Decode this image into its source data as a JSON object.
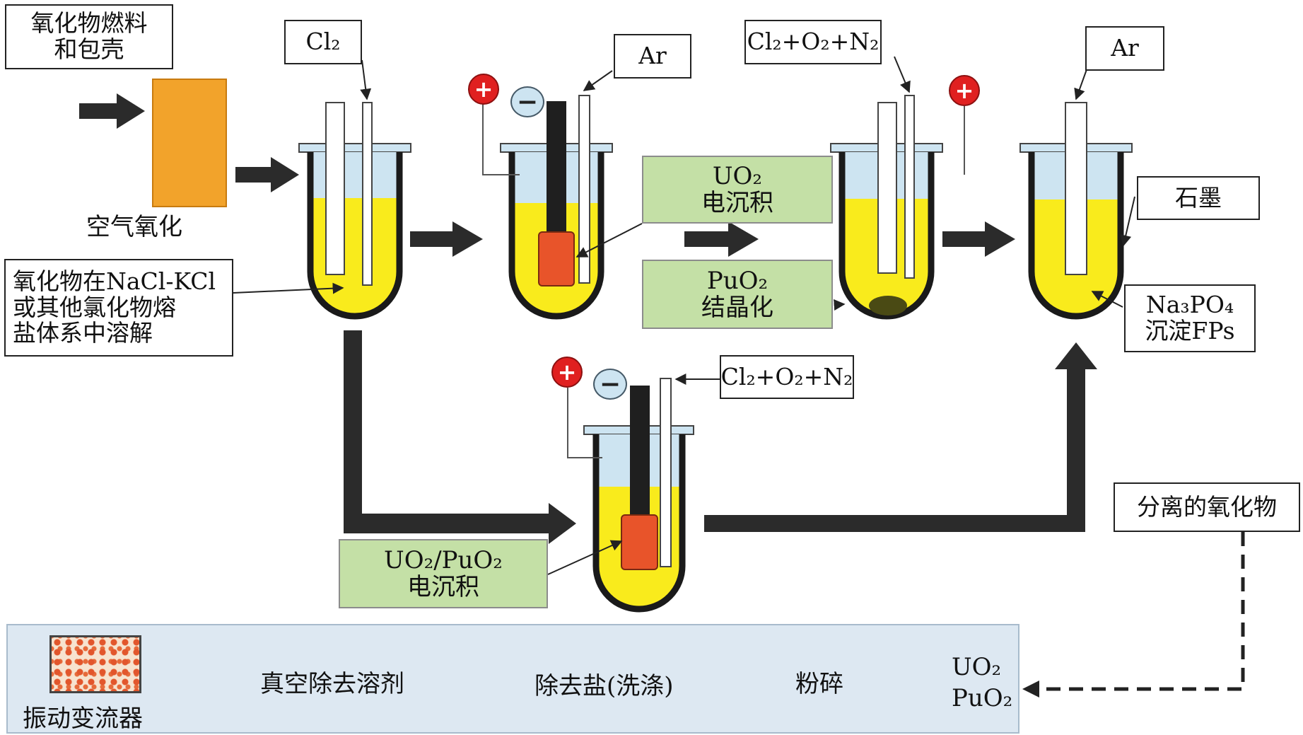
{
  "labels": {
    "feed": [
      "氧化物燃料",
      "和包壳"
    ],
    "air_oxidation": "空气氧化",
    "dissolution": [
      "氧化物在NaCl-KCl",
      "或其他氯化物熔",
      "盐体系中溶解"
    ],
    "cl2": "Cl₂",
    "ar_1": "Ar",
    "gas_mix_top": "Cl₂+O₂+N₂",
    "ar_2": "Ar",
    "graphite": "石墨",
    "na3po4": [
      "Na₃PO₄",
      "沉淀FPs"
    ],
    "gas_mix_bottom": "Cl₂+O₂+N₂",
    "separated_oxides": "分离的氧化物"
  },
  "steps": {
    "uo2_deposition": [
      "UO₂",
      "电沉积"
    ],
    "puo2_crystallization": [
      "PuO₂",
      "结晶化"
    ],
    "mox_deposition": [
      "UO₂/PuO₂",
      "电沉积"
    ]
  },
  "bottom_process": {
    "uo2": "UO₂",
    "puo2": "PuO₂",
    "crush": "粉碎",
    "wash": "除去盐(洗涤)",
    "vacuum": "真空除去溶剂",
    "vipac": "振动变流器"
  },
  "signs": {
    "plus": "+",
    "minus": "−"
  },
  "colors": {
    "salt_yellow": "#f9eb1c",
    "gas_blue": "#cde4f1",
    "crucible_wall": "#1a1a1a",
    "arrow": "#2b2b2b",
    "feed_orange": "#f2a32b",
    "deposit_orange": "#e8542a",
    "step_green": "#c4e0a6",
    "panel_blue": "#dde8f2",
    "sign_red": "#e02020"
  }
}
